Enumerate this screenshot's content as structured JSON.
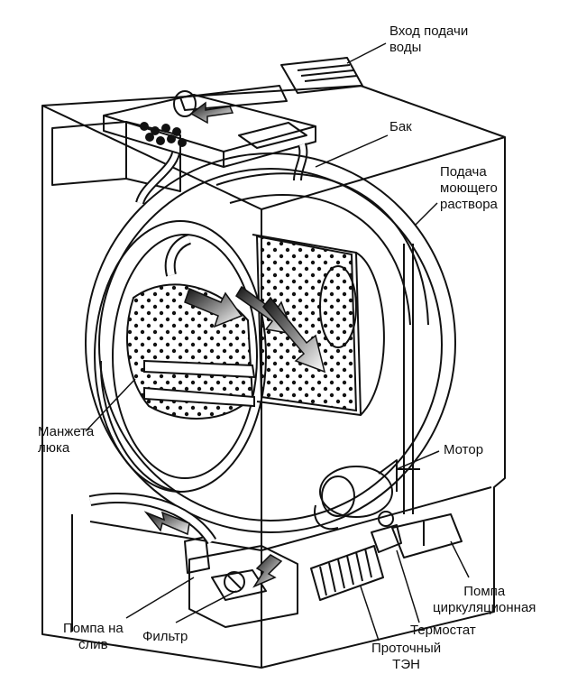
{
  "labels": {
    "water_inlet": [
      "Вход подачи",
      "воды"
    ],
    "tank": [
      "Бак"
    ],
    "detergent_supply": [
      "Подача",
      "моющего",
      "раствора"
    ],
    "door_seal": [
      "Манжета",
      "люка"
    ],
    "motor": [
      "Мотор"
    ],
    "circulation_pump": [
      "Помпа",
      "циркуляционная"
    ],
    "thermostat": [
      "Термостат"
    ],
    "flow_heater": [
      "Проточный",
      "ТЭН"
    ],
    "filter": [
      "Фильтр"
    ],
    "drain_pump": [
      "Помпа на",
      "слив"
    ]
  },
  "colors": {
    "ink": "#111111",
    "paper": "#ffffff"
  }
}
